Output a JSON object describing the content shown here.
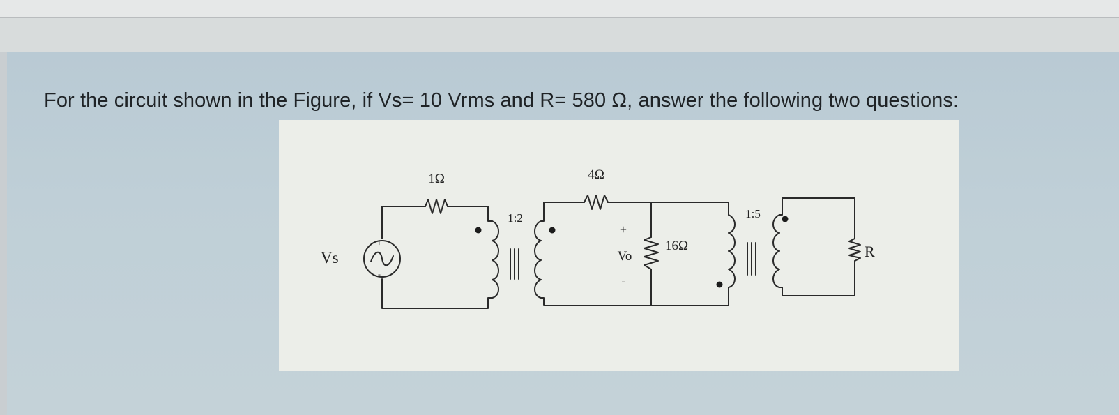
{
  "question": {
    "text": "For the circuit shown in the Figure, if Vs= 10 Vrms and R= 580 Ω, answer the following two questions:"
  },
  "figure": {
    "source_label": "Vs",
    "source_plus": "+",
    "source_minus": "-",
    "resistor1_label": "1Ω",
    "transformer1_ratio": "1:2",
    "resistor2_label": "4Ω",
    "vo_plus": "+",
    "vo_label": "Vo",
    "vo_minus": "-",
    "resistor3_label": "16Ω",
    "transformer2_ratio": "1:5",
    "load_label": "R"
  }
}
